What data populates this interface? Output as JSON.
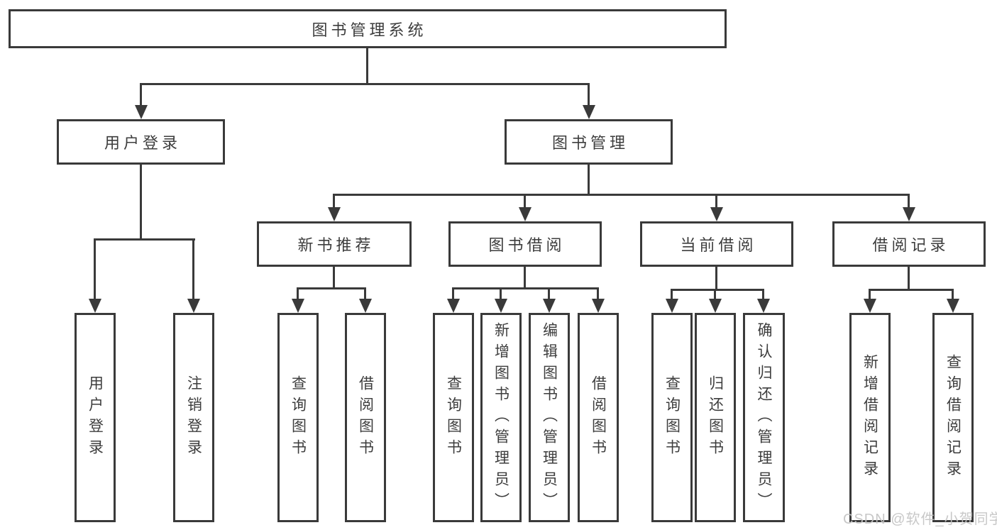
{
  "diagram": {
    "root": {
      "label": "图书管理系统"
    },
    "level2": {
      "user_login": {
        "label": "用户登录"
      },
      "book_mgmt": {
        "label": "图书管理"
      }
    },
    "level3": {
      "new_book_rec": {
        "label": "新书推荐"
      },
      "book_borrow": {
        "label": "图书借阅"
      },
      "current_borrow": {
        "label": "当前借阅"
      },
      "borrow_records": {
        "label": "借阅记录"
      }
    },
    "leaves": {
      "user_login": {
        "label": "用户登录"
      },
      "logout": {
        "label": "注销登录"
      },
      "rec_query_book": {
        "label": "查询图书"
      },
      "rec_borrow_book": {
        "label": "借阅图书"
      },
      "bb_query_book": {
        "label": "查询图书"
      },
      "bb_add_book": {
        "label": "新增图书（管理员）"
      },
      "bb_edit_book": {
        "label": "编辑图书（管理员）"
      },
      "bb_borrow_book": {
        "label": "借阅图书"
      },
      "cb_query_book": {
        "label": "查询图书"
      },
      "cb_return_book": {
        "label": "归还图书"
      },
      "cb_confirm_return": {
        "label": "确认归还（管理员）"
      },
      "br_add_record": {
        "label": "新增借阅记录"
      },
      "br_query_record": {
        "label": "查询借阅记录"
      }
    },
    "watermark": "CSDN @软件_小贺同学",
    "colors": {
      "line": "#3a3a3a",
      "box_border": "#3a3a3a",
      "box_background": "#ffffff",
      "text": "#3d3d3d",
      "watermark": "#c4c4c4",
      "page_background": "#ffffff"
    }
  }
}
